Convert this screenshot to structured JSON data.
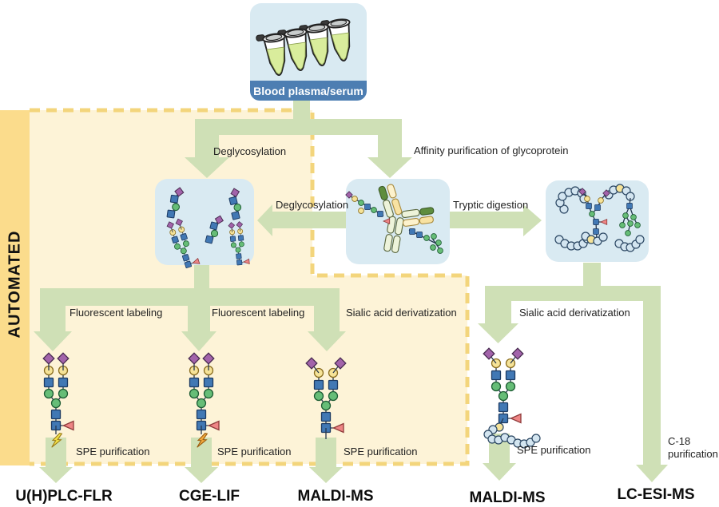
{
  "automated_label": "AUTOMATED",
  "sample": {
    "label": "Blood plasma/serum"
  },
  "steps": {
    "deglycosylation_left": "Deglycosylation",
    "affinity_purification": "Affinity purification of glycoprotein",
    "deglycosylation_mid": "Deglycosylation",
    "tryptic_digestion": "Tryptic digestion",
    "fluorescent_labeling_1": "Fluorescent labeling",
    "fluorescent_labeling_2": "Fluorescent labeling",
    "sialic_acid_derivatization_1": "Sialic acid derivatization",
    "sialic_acid_derivatization_2": "Sialic acid derivatization",
    "spe_purification_1": "SPE purification",
    "spe_purification_2": "SPE purification",
    "spe_purification_3": "SPE purification",
    "spe_purification_4": "SPE purification",
    "c18_line1": "C-18",
    "c18_line2": "purification"
  },
  "methods": [
    "U(H)PLC-FLR",
    "CGE-LIF",
    "MALDI-MS",
    "MALDI-MS",
    "LC-ESI-MS"
  ],
  "colors": {
    "automated_bar": "#fbdc8c",
    "automated_fill": "#fdf3d7",
    "automated_dash": "#f3d57c",
    "arrow": "#cfe0b6",
    "box_blue": "#d9eaf2",
    "banner_blue": "#4d7eb2",
    "banner_text": "#ffffff",
    "glcnac_blue": "#4178b4",
    "mannose_green": "#66bd77",
    "galactose_yellow": "#f6e398",
    "sialic_purple": "#a263aa",
    "fucose_red": "#ee8585",
    "peptide_blue": "#d3e5f0",
    "label_bolt_yellow": "#f2e24a",
    "label_bolt_orange": "#f0a83c",
    "tube_liquid": "#d9ed9c"
  }
}
